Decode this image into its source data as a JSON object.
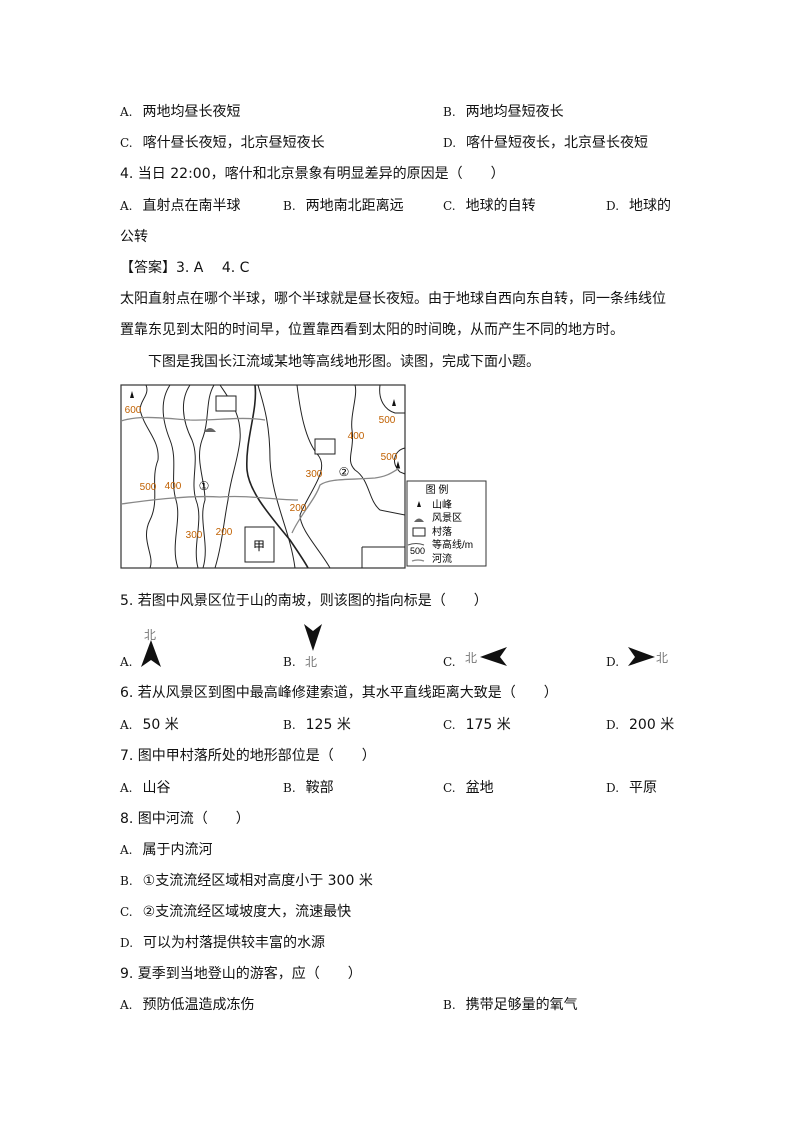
{
  "q3_options": [
    {
      "mark": "A.",
      "text": "两地均昼长夜短"
    },
    {
      "mark": "B.",
      "text": "两地均昼短夜长"
    },
    {
      "mark": "C.",
      "text": "喀什昼长夜短，北京昼短夜长"
    },
    {
      "mark": "D.",
      "text": "喀什昼短夜长，北京昼长夜短"
    }
  ],
  "q4": {
    "stem": "4. 当日 22:00，喀什和北京景象有明显差异的原因是（　　）",
    "options": [
      {
        "mark": "A.",
        "text": "直射点在南半球"
      },
      {
        "mark": "B.",
        "text": "两地南北距离远"
      },
      {
        "mark": "C.",
        "text": "地球的自转"
      },
      {
        "mark": "D.",
        "text": "地球的"
      }
    ],
    "wrap": "公转"
  },
  "answer": {
    "label": "【答案】3. A　 4. C",
    "explain1": "太阳直射点在哪个半球，哪个半球就是昼长夜短。由于地球自西向东自转，同一条纬线位",
    "explain2": "置靠东见到太阳的时间早，位置靠西看到太阳的时间晚，从而产生不同的地方时。"
  },
  "intro": "下图是我国长江流域某地等高线地形图。读图，完成下面小题。",
  "map": {
    "contour_labels": [
      "600",
      "500",
      "400",
      "500",
      "300",
      "500",
      "400",
      "200",
      "300",
      "200"
    ],
    "marker_1": "①",
    "marker_2": "②",
    "village_jia": "甲",
    "legend": {
      "title": "图 例",
      "peak": "山峰",
      "scenic": "风景区",
      "village": "村落",
      "contour": "等高线/m",
      "contour_sample": "500",
      "river": "河流"
    }
  },
  "q5": {
    "stem": "5. 若图中风景区位于山的南坡，则该图的指向标是（　　）",
    "north": "北",
    "marks": [
      "A.",
      "B.",
      "C.",
      "D."
    ]
  },
  "q6": {
    "stem": "6. 若从风景区到图中最高峰修建索道，其水平直线距离大致是（　　）",
    "options": [
      {
        "mark": "A.",
        "text": "50 米"
      },
      {
        "mark": "B.",
        "text": "125 米"
      },
      {
        "mark": "C.",
        "text": "175 米"
      },
      {
        "mark": "D.",
        "text": "200 米"
      }
    ]
  },
  "q7": {
    "stem": "7. 图中甲村落所处的地形部位是（　　）",
    "options": [
      {
        "mark": "A.",
        "text": "山谷"
      },
      {
        "mark": "B.",
        "text": "鞍部"
      },
      {
        "mark": "C.",
        "text": "盆地"
      },
      {
        "mark": "D.",
        "text": "平原"
      }
    ]
  },
  "q8": {
    "stem": "8. 图中河流（　　）",
    "options": [
      {
        "mark": "A.",
        "text": "属于内流河"
      },
      {
        "mark": "B.",
        "text": "①支流流经区域相对高度小于 300 米"
      },
      {
        "mark": "C.",
        "text": "②支流流经区域坡度大，流速最快"
      },
      {
        "mark": "D.",
        "text": "可以为村落提供较丰富的水源"
      }
    ]
  },
  "q9": {
    "stem": "9. 夏季到当地登山的游客，应（　　）",
    "options": [
      {
        "mark": "A.",
        "text": "预防低温造成冻伤"
      },
      {
        "mark": "B.",
        "text": "携带足够量的氧气"
      }
    ]
  }
}
